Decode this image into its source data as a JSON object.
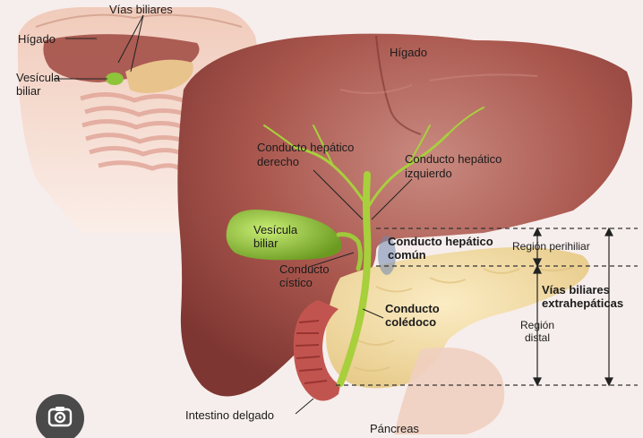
{
  "labels": {
    "vias_biliares_top": "Vías biliares",
    "higado_small": "Hígado",
    "vesicula_small_line1": "Vesícula",
    "vesicula_small_line2": "biliar",
    "higado_main": "Hígado",
    "conducto_hepatico_derecho_line1": "Conducto hepático",
    "conducto_hepatico_derecho_line2": "derecho",
    "conducto_hepatico_izquierdo_line1": "Conducto hepático",
    "conducto_hepatico_izquierdo_line2": "izquierdo",
    "vesicula_line1": "Vesícula",
    "vesicula_line2": "biliar",
    "conducto_hepatico_comun_line1": "Conducto hepático",
    "conducto_hepatico_comun_line2": "común",
    "conducto_cistico_line1": "Conducto",
    "conducto_cistico_line2": "cístico",
    "conducto_coledoco_line1": "Conducto",
    "conducto_coledoco_line2": "colédoco",
    "region_perihiliar": "Región perihiliar",
    "vias_extrahepaticas_line1": "Vías biliares",
    "vias_extrahepaticas_line2": "extrahepáticas",
    "region_distal_line1": "Región",
    "region_distal_line2": "distal",
    "intestino_delgado": "Intestino delgado",
    "pancreas": "Páncreas"
  },
  "icons": {
    "lens": "image-search-icon"
  },
  "colors": {
    "background": "#f6eeec",
    "liver": "#9b4a44",
    "liver_light": "#c77d73",
    "gallbladder": "#8ec43a",
    "bile_duct": "#a8cf3c",
    "pancreas": "#f2dca0",
    "intestine": "#c2544f",
    "skin": "#f4d7c8"
  }
}
